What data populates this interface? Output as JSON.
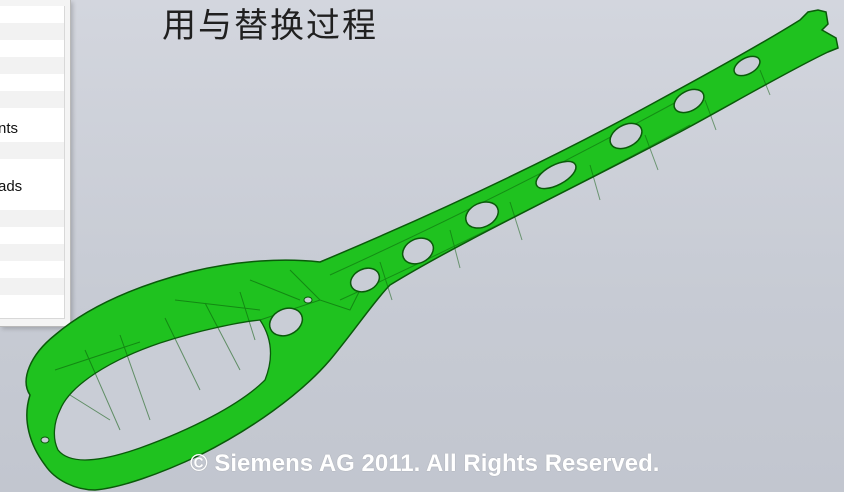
{
  "slide": {
    "title": "用与替换过程",
    "copyright": "© Siemens AG 2011. All Rights Reserved."
  },
  "panel": {
    "rows": [
      "",
      "",
      "",
      "",
      "",
      "",
      "nts",
      "",
      "",
      "ads",
      "",
      "",
      "",
      "",
      "",
      "",
      ""
    ]
  },
  "model": {
    "part_color": "#1fc21f",
    "edge_color": "#0a5a0a"
  }
}
